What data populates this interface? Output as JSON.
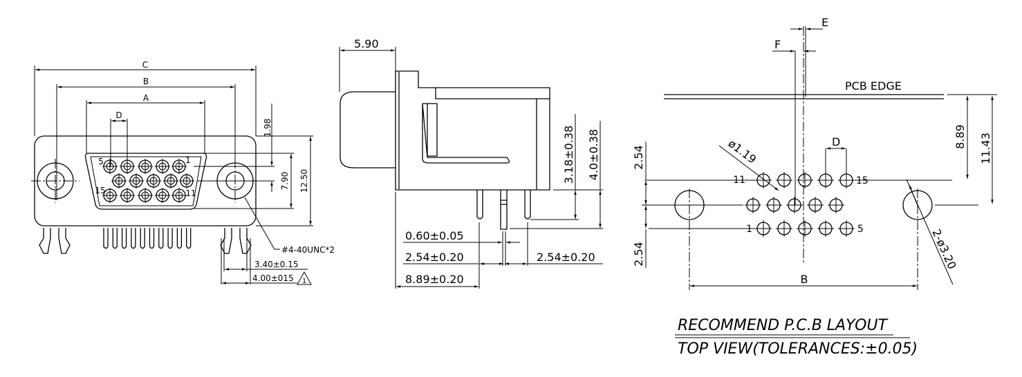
{
  "front_view": {
    "dim_c": "C",
    "dim_b": "B",
    "dim_a": "A",
    "dim_d": "D",
    "dim_1_98": "1.98",
    "dim_7_90": "7.90",
    "dim_12_50": "12.50",
    "pin_5": "5",
    "pin_1": "1",
    "pin_15": "15",
    "pin_11": "11",
    "thread_note": "#4-40UNC*2",
    "dim_3_40": "3.40±0.15",
    "dim_4_00": "4.00±015",
    "revision_mark": "1"
  },
  "side_view": {
    "dim_5_90": "5.90",
    "dim_3_18": "3.18±0.38",
    "dim_4_0": "4.0±0.38",
    "dim_0_60": "0.60±0.05",
    "dim_2_54_left": "2.54±0.20",
    "dim_2_54_right": "2.54±0.20",
    "dim_8_89": "8.89±0.20"
  },
  "pcb_layout": {
    "dim_e": "E",
    "dim_f": "F",
    "pcb_edge": "PCB EDGE",
    "dim_d": "D",
    "hole_dia": "ø1.19",
    "pin_11": "11",
    "pin_15": "15",
    "pin_1": "1",
    "pin_5": "5",
    "dim_2_54_top": "2.54",
    "dim_2_54_bottom": "2.54",
    "dim_8_89": "8.89",
    "dim_11_43": "11.43",
    "dim_b": "B",
    "mount_hole": "2-ø3.20",
    "title_line1": "RECOMMEND P.C.B LAYOUT",
    "title_line2": "TOP VIEW(TOLERANCES:±0.05)"
  }
}
